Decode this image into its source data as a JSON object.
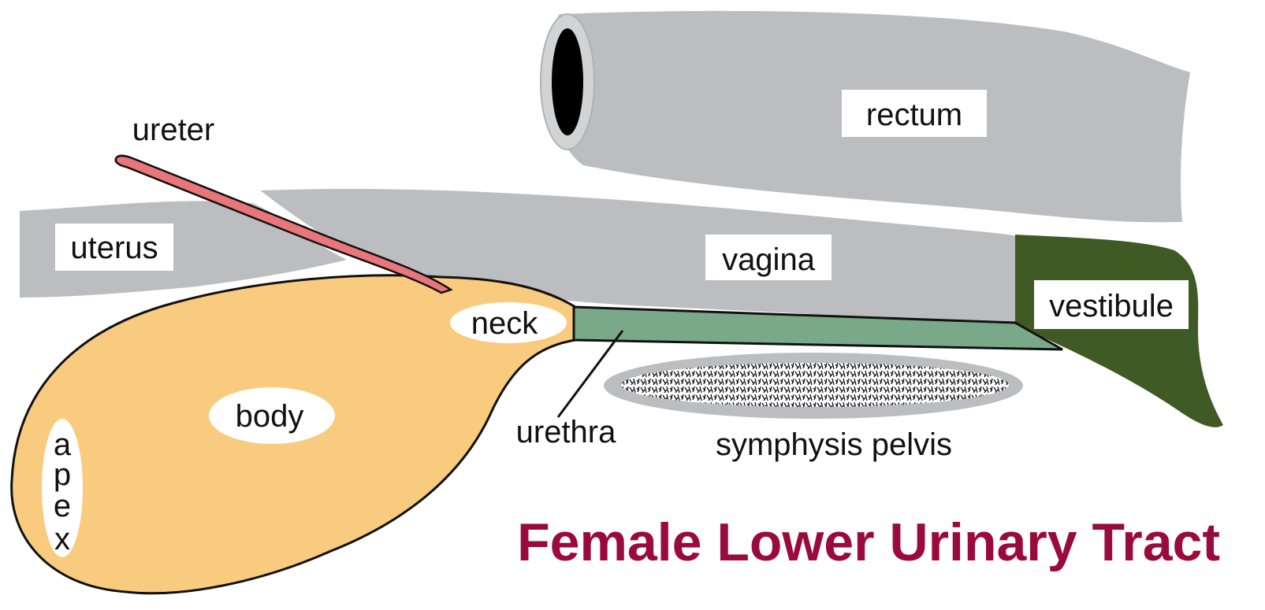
{
  "title": "Female Lower Urinary Tract",
  "labels": {
    "rectum": "rectum",
    "ureter": "ureter",
    "uterus": "uterus",
    "vagina": "vagina",
    "neck": "neck",
    "vestibule": "vestibule",
    "body": "body",
    "apex": [
      "a",
      "p",
      "e",
      "x"
    ],
    "urethra": "urethra",
    "symphysis": "symphysis pelvis"
  },
  "colors": {
    "gray_organ": "#bcbdc0",
    "bladder": "#f8cb7e",
    "ureter": "#e9767a",
    "urethra": "#7aa98a",
    "vestibule": "#3f5a25",
    "title": "#9b0a3c"
  }
}
